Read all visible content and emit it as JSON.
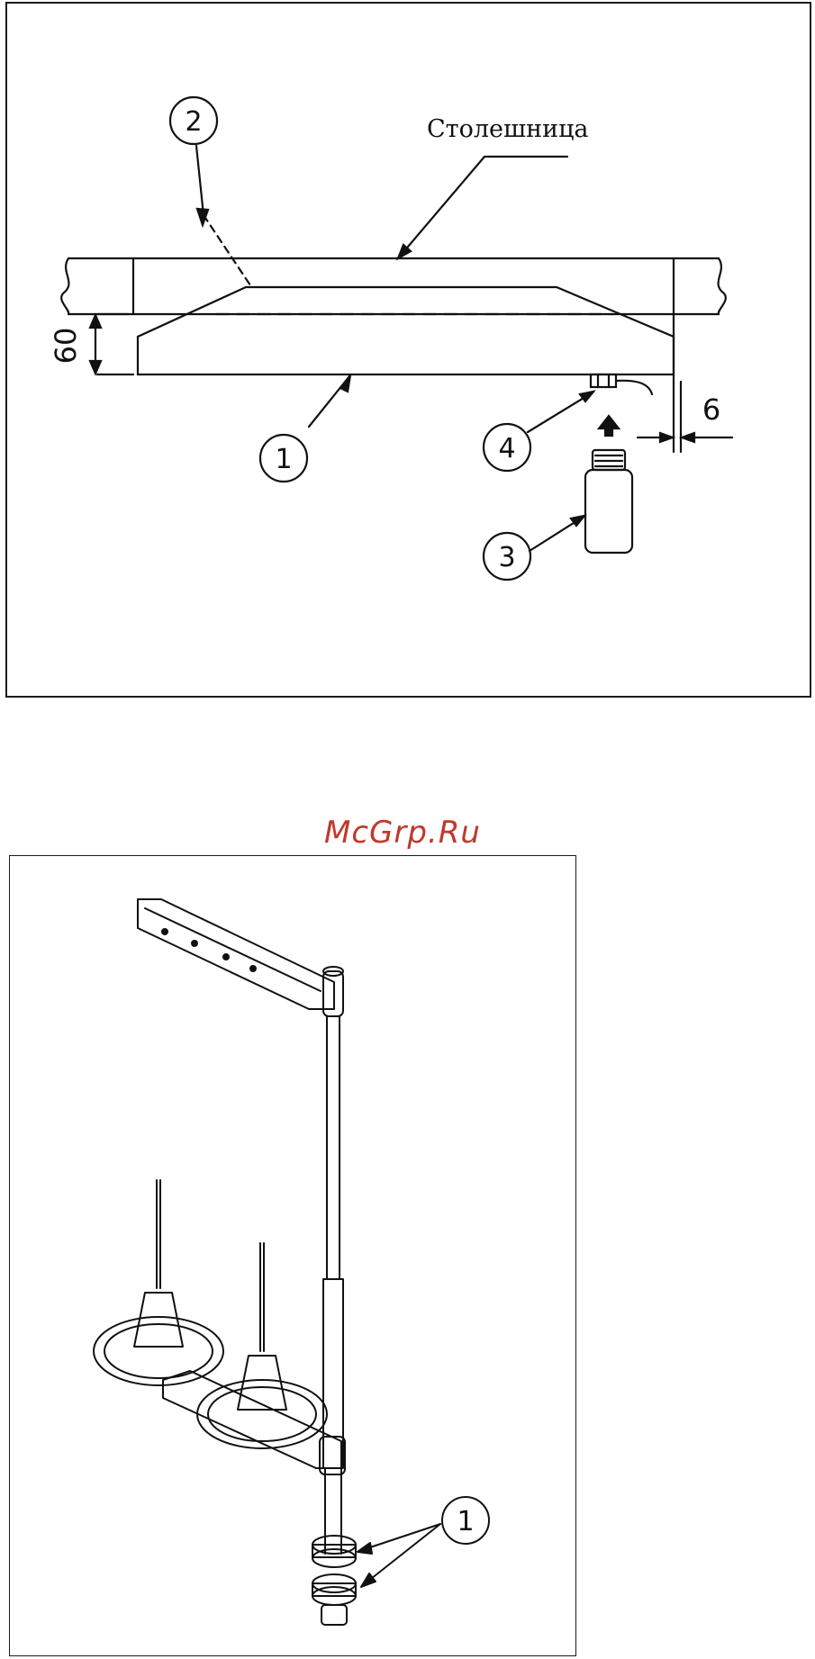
{
  "top_figure": {
    "tabletop_label": "Столешница",
    "callouts": [
      "1",
      "2",
      "3",
      "4"
    ],
    "dimension_height": "60",
    "dimension_gap": "6"
  },
  "watermark": "McGrp.Ru",
  "bottom_figure": {
    "callouts": [
      "1"
    ]
  }
}
